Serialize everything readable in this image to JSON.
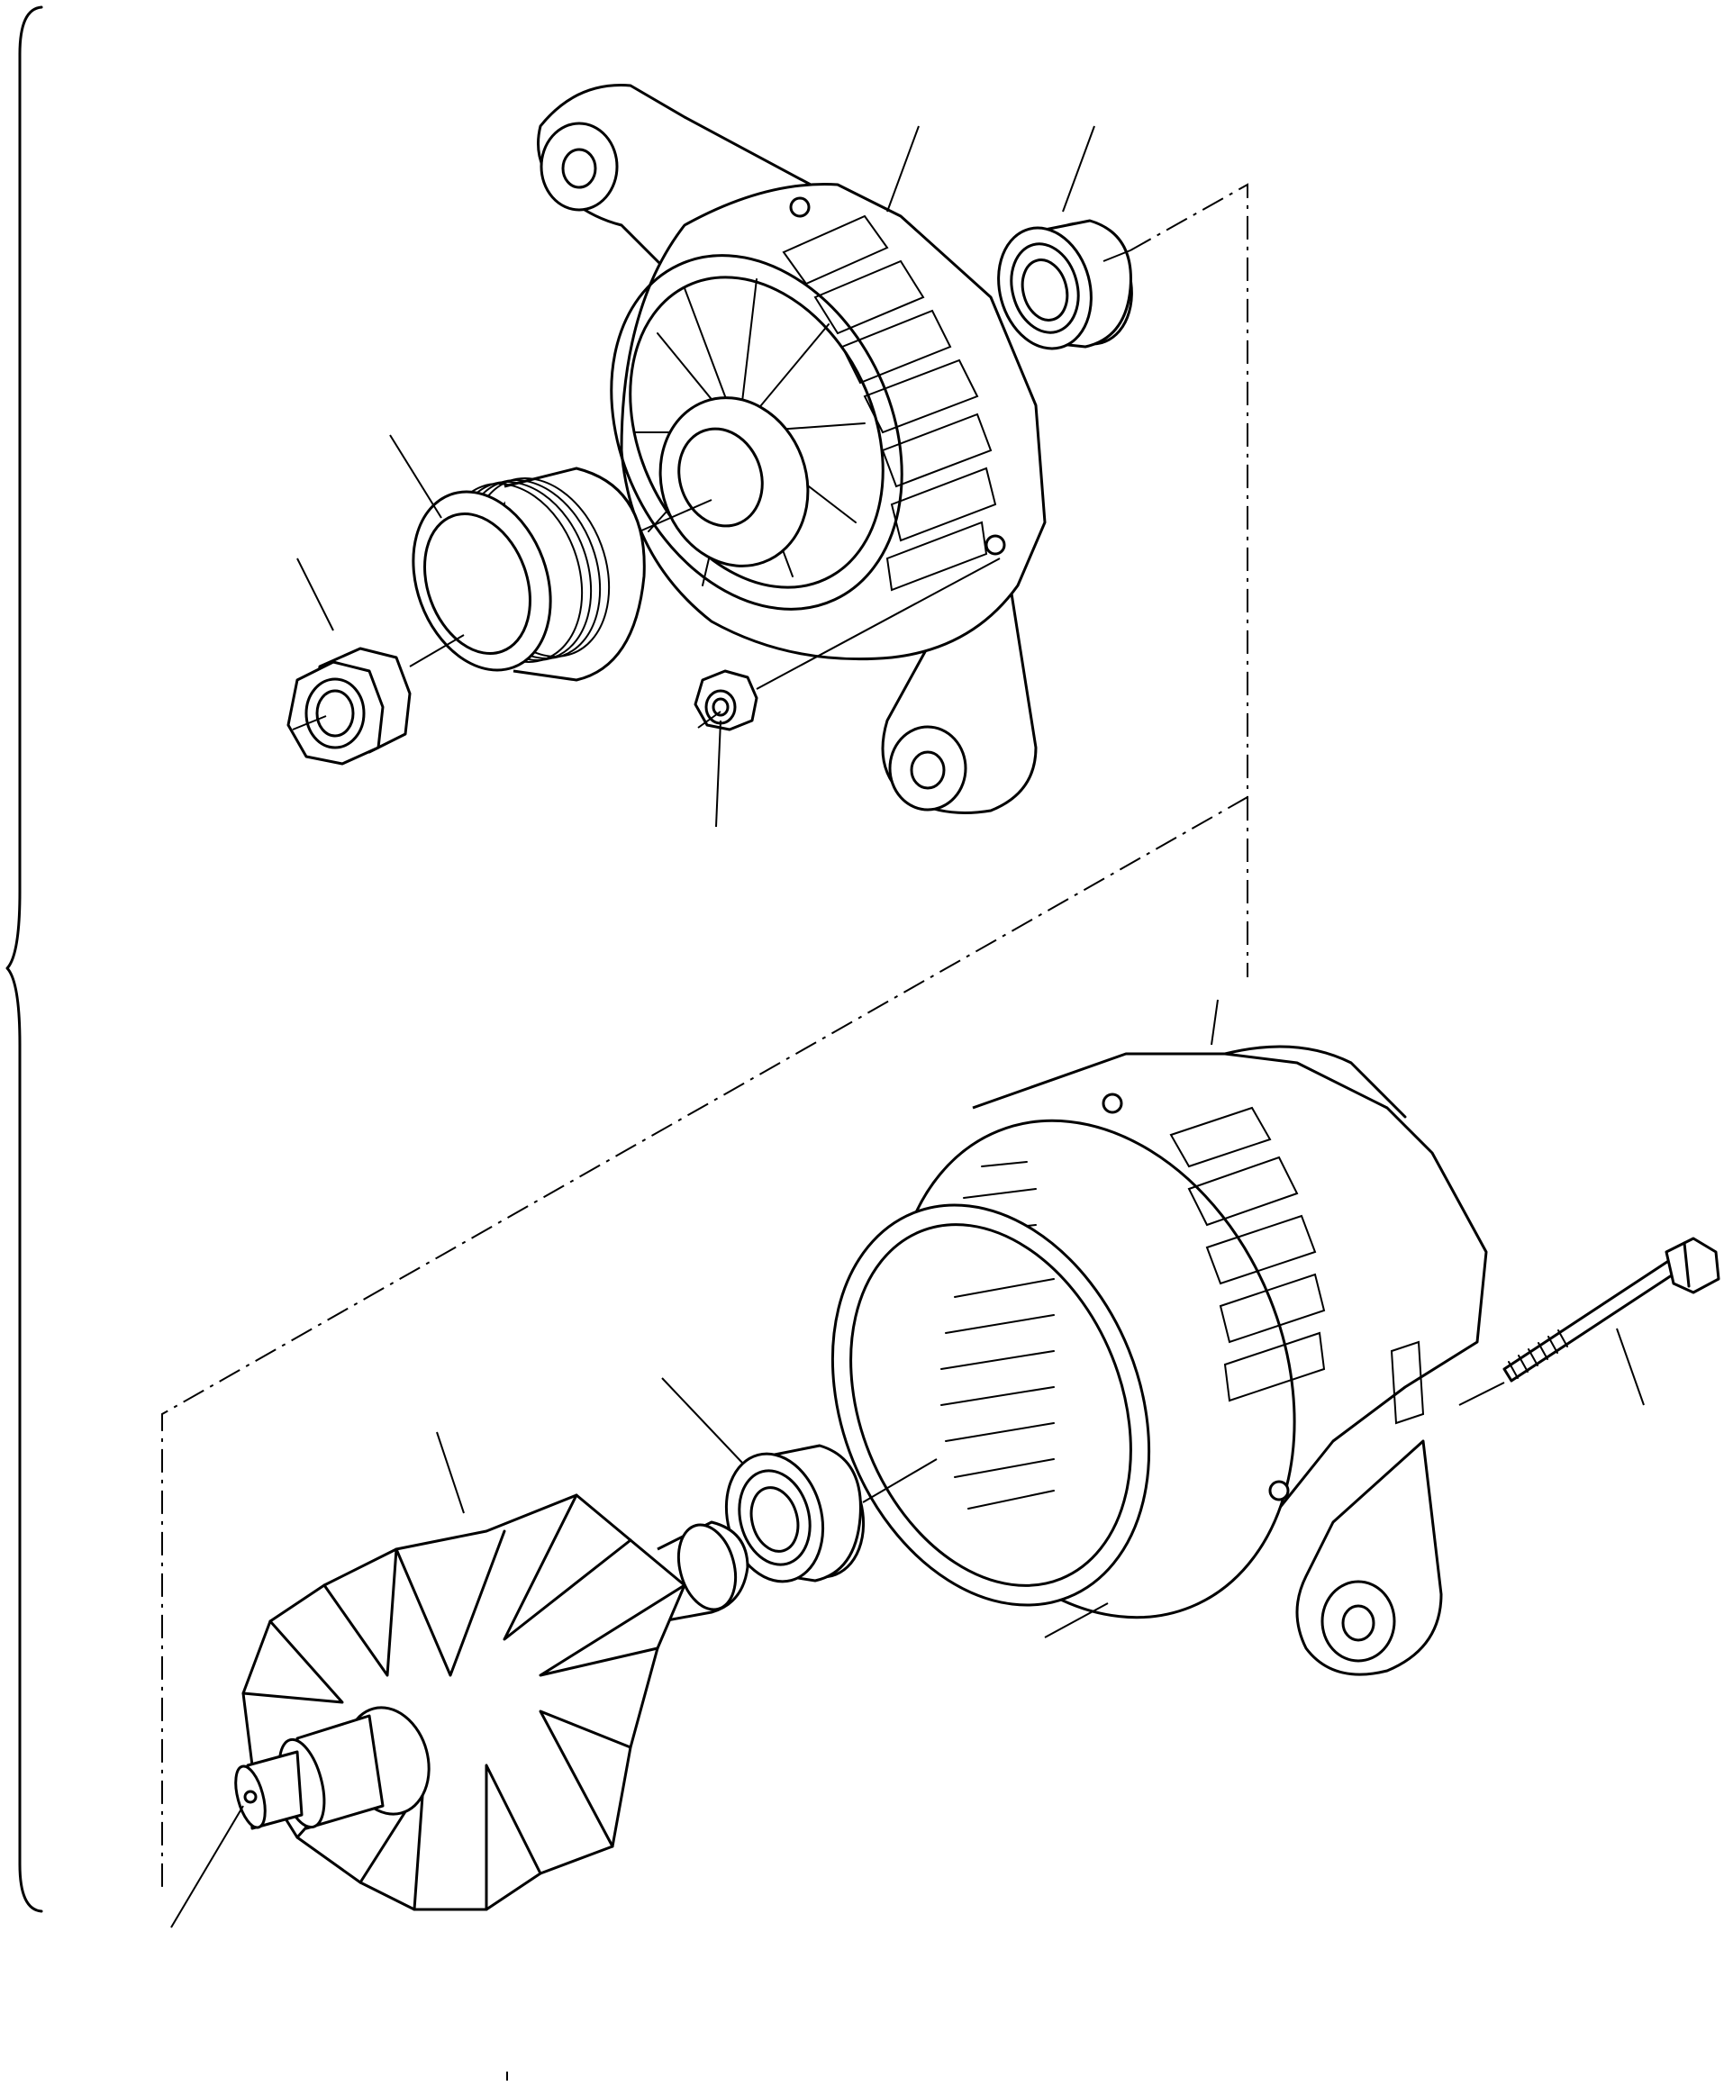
{
  "diagram": {
    "parts": [
      {
        "key": "front-housing",
        "icon": "front-housing-icon"
      },
      {
        "key": "front-bearing",
        "icon": "bearing-icon"
      },
      {
        "key": "pulley",
        "icon": "pulley-icon"
      },
      {
        "key": "pulley-nut",
        "icon": "hex-nut-icon"
      },
      {
        "key": "flange-nut",
        "icon": "flange-nut-icon"
      },
      {
        "key": "stator-housing",
        "icon": "stator-housing-icon"
      },
      {
        "key": "through-bolt",
        "icon": "bolt-icon"
      },
      {
        "key": "rear-bearing",
        "icon": "bearing-icon"
      },
      {
        "key": "rotor",
        "icon": "rotor-icon"
      }
    ],
    "line_color": "#000000",
    "background_color": "#ffffff"
  }
}
